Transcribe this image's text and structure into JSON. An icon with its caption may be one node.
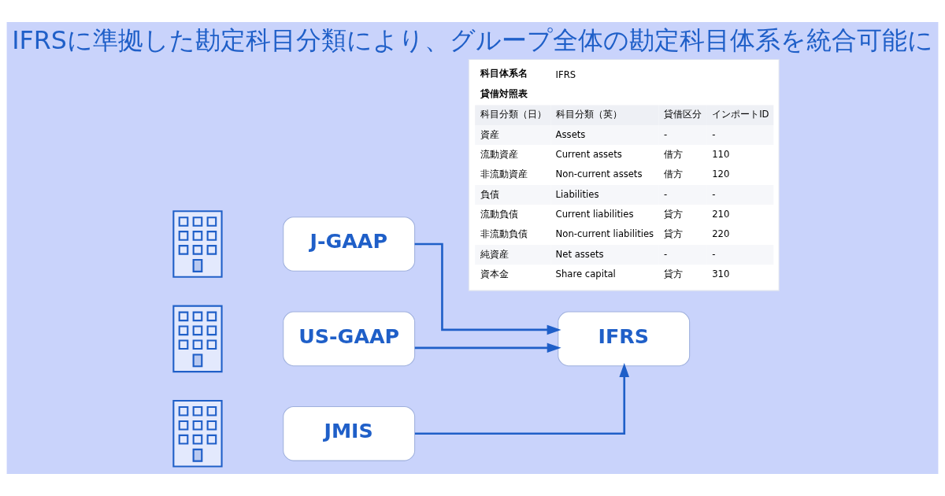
{
  "diagram": {
    "title": "IFRSに準拠した勘定科目分類により、グループ全体の勘定科目体系を統合可能に",
    "nodes": [
      {
        "text": [],
        "shape": "picture"
      },
      {
        "text": [
          "J-GAAP"
        ]
      },
      {
        "text": [],
        "shape": "picture"
      },
      {
        "text": [
          "US-GAAP"
        ]
      },
      {
        "text": [],
        "shape": "picture"
      },
      {
        "text": [
          "JMIS"
        ]
      },
      {
        "text": [
          "IFRS"
        ]
      },
      {
        "text": [
          "科目体系名",
          "IFRS",
          "貸借対照表",
          "科目分類（日）",
          "科目分類（英）",
          "貸借区分",
          "インポートID",
          "資産",
          "Assets",
          "-",
          "-",
          "流動資産",
          "Current assets",
          "借方",
          "110",
          "非流動資産",
          "Non-current assets",
          "借方",
          "120",
          "負債",
          "Liabilities",
          "-",
          "-",
          "流動負債",
          "Current liabilities",
          "貸方",
          "210",
          "非流動負債",
          "Non-current liabilities",
          "貸方",
          "220",
          "純資産",
          "Net assets",
          "-",
          "-",
          "資本金",
          "Share capital",
          "貸方",
          "310"
        ]
      }
    ],
    "edges": [
      {
        "from": 1,
        "to": 6,
        "arrow": "to"
      },
      {
        "from": 3,
        "to": 6,
        "arrow": "to"
      },
      {
        "from": 5,
        "to": 6,
        "arrow": "to"
      }
    ]
  }
}
